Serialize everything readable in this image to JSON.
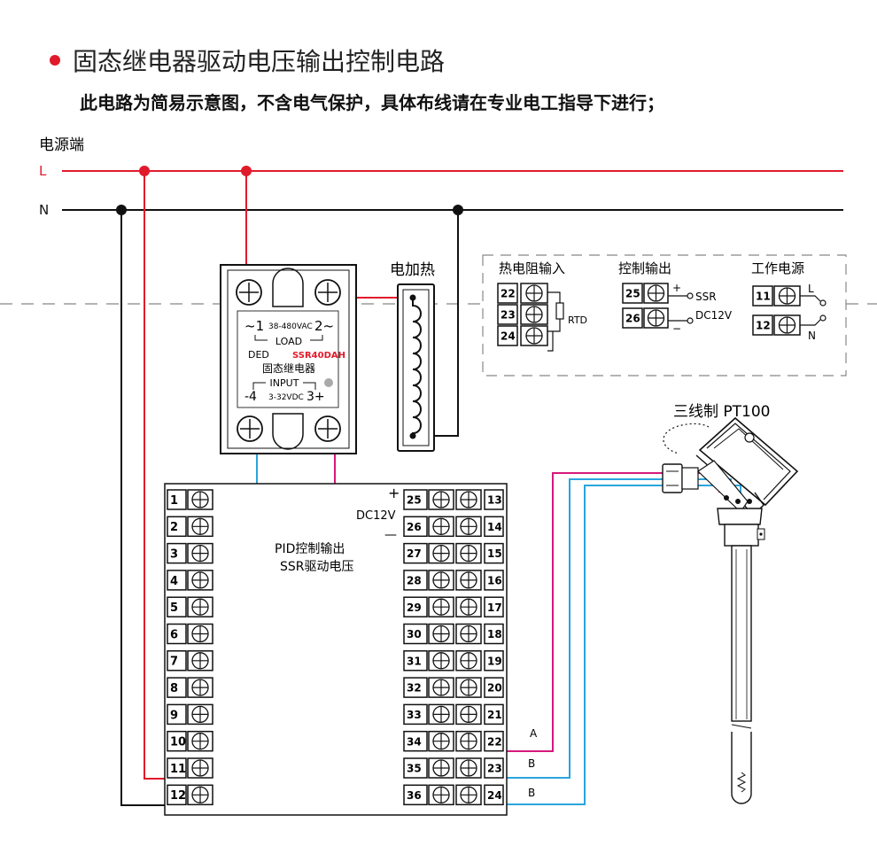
{
  "header": {
    "title": "固态继电器驱动电压输出控制电路",
    "subtitle": "此电路为简易示意图，不含电气保护，具体布线请在专业电工指导下进行；"
  },
  "power": {
    "label": "电源端",
    "line_l": "L",
    "line_n": "N"
  },
  "heater": {
    "label": "电加热"
  },
  "ssr": {
    "t1": "~1",
    "voltage": "38-480VAC",
    "t2": "2~",
    "load": "LOAD",
    "brand": "DED",
    "model": "SSR40DAH",
    "name": "固态继电器",
    "input": "INPUT",
    "t4": "-4",
    "input_v": "3-32VDC",
    "t3": "3+"
  },
  "legend": {
    "rtd_group": "热电阻输入",
    "rtd_terms": [
      "22",
      "23",
      "24"
    ],
    "rtd_label": "RTD",
    "ctrl_group": "控制输出",
    "ctrl_terms": [
      "25",
      "26"
    ],
    "ctrl_plus": "+",
    "ctrl_minus": "−",
    "ctrl_ssr": "SSR",
    "ctrl_dc": "DC12V",
    "pwr_group": "工作电源",
    "pwr_terms": [
      "11",
      "12"
    ],
    "pwr_l": "L",
    "pwr_n": "N"
  },
  "controller": {
    "left_terms": [
      "1",
      "2",
      "3",
      "4",
      "5",
      "6",
      "7",
      "8",
      "9",
      "10",
      "11",
      "12"
    ],
    "mid_terms": [
      "25",
      "26",
      "27",
      "28",
      "29",
      "30",
      "31",
      "32",
      "33",
      "34",
      "35",
      "36"
    ],
    "right_terms": [
      "13",
      "14",
      "15",
      "16",
      "17",
      "18",
      "19",
      "20",
      "21",
      "22",
      "23",
      "24"
    ],
    "plus": "+",
    "minus": "—",
    "dc": "DC12V",
    "pid_line1": "PID控制输出",
    "pid_line2": "SSR驱动电压",
    "wire_a": "A",
    "wire_b1": "B",
    "wire_b2": "B"
  },
  "sensor": {
    "label": "三线制 PT100"
  },
  "colors": {
    "live": "#e11a2b",
    "magenta": "#d6197a",
    "blue": "#2aa5dc",
    "neutral": "#111111"
  }
}
